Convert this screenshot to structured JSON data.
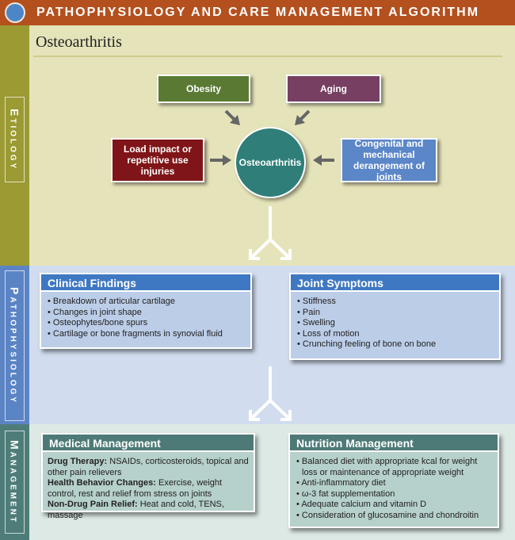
{
  "header": {
    "title": "PATHOPHYSIOLOGY AND CARE MANAGEMENT ALGORITHM"
  },
  "etiology": {
    "label": "Etiology",
    "subtitle": "Osteoarthritis",
    "causes": {
      "obesity": "Obesity",
      "aging": "Aging",
      "load": "Load impact or repetitive use injuries",
      "congenital": "Congenital and mechanical derangement of joints"
    },
    "center": "Osteoarthritis"
  },
  "pathophysiology": {
    "label": "Pathophysiology",
    "clinical": {
      "title": "Clinical Findings",
      "items": [
        "Breakdown of articular cartilage",
        "Changes in joint shape",
        "Osteophytes/bone spurs",
        "Cartilage or bone fragments in synovial fluid"
      ]
    },
    "symptoms": {
      "title": "Joint Symptoms",
      "items": [
        "Stiffness",
        "Pain",
        "Swelling",
        "Loss of motion",
        "Crunching feeling of bone on bone"
      ]
    }
  },
  "management": {
    "label": "Management",
    "medical": {
      "title": "Medical Management",
      "entries": [
        {
          "term": "Drug Therapy:",
          "text": "NSAIDs, corticosteroids, topical and other pain relievers"
        },
        {
          "term": "Health Behavior Changes:",
          "text": "Exercise, weight control, rest and relief from stress on joints"
        },
        {
          "term": "Non-Drug Pain Relief:",
          "text": "Heat and cold, TENS, massage"
        }
      ]
    },
    "nutrition": {
      "title": "Nutrition Management",
      "items": [
        "Balanced diet with appropriate kcal for weight",
        "loss or maintenance of appropriate weight",
        "Anti-inflammatory diet",
        "ω-3 fat supplementation",
        "Adequate calcium and vitamin D",
        "Consideration of glucosamine and chondroitin"
      ]
    }
  },
  "colors": {
    "header": "#b4501e",
    "etiology": "#9b9a33",
    "pathophysiology": "#5b84c5",
    "management": "#4e7d79",
    "obesity": "#5a7a33",
    "aging": "#773f62",
    "load": "#7f1518",
    "congenital": "#5b86c8",
    "center": "#2f7e79"
  }
}
